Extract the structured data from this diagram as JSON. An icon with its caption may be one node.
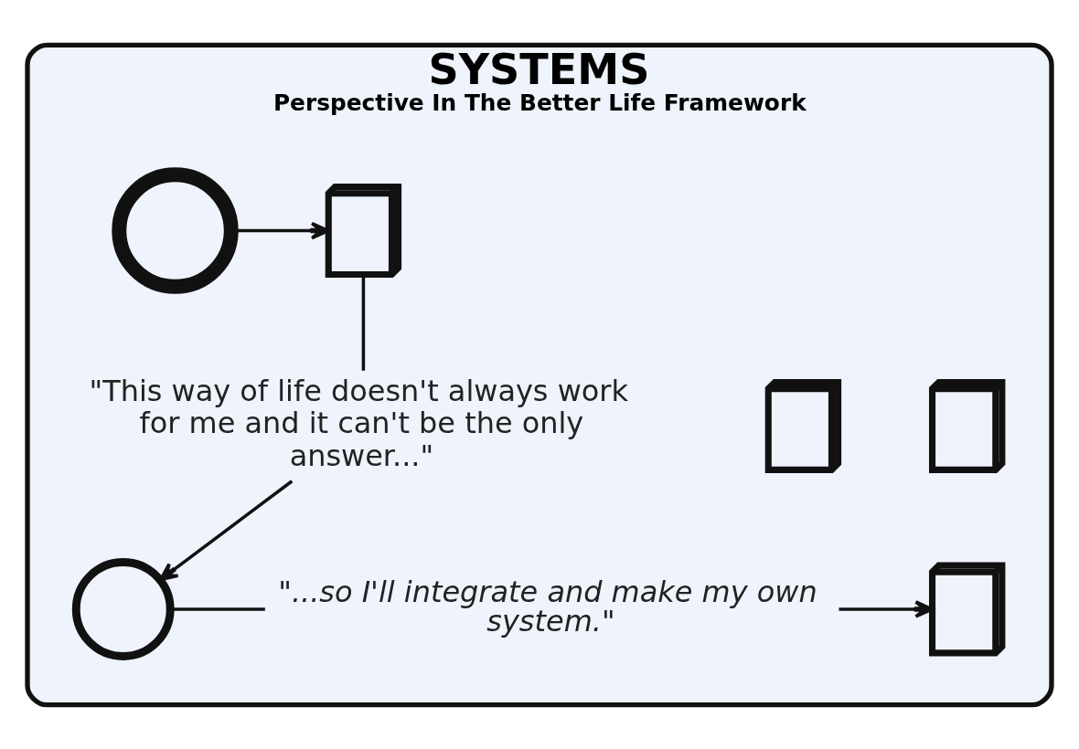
{
  "diagram": {
    "nodes": [
      {
        "text": [
          "SYSTEMS",
          "Perspective In The Better Life Framework"
        ]
      },
      {
        "text": [],
        "shape": "people",
        "in": 0
      },
      {
        "text": [],
        "shape": "book",
        "in": 0
      },
      {
        "text": [
          "\"This way of life doesn't always work for me and it can't be the only answer...\""
        ],
        "in": 0
      },
      {
        "text": [],
        "shape": "person",
        "in": 0
      },
      {
        "text": [
          "\"...so I'll integrate and make my own system.\""
        ],
        "in": 0
      },
      {
        "text": [],
        "shape": "book",
        "in": 0
      },
      {
        "text": [],
        "shape": "book",
        "in": 0
      },
      {
        "text": [],
        "shape": "book",
        "in": 0
      }
    ],
    "edges": [
      {
        "from": 1,
        "to": 2,
        "arrow": "to"
      },
      {
        "from": 2,
        "to": 3,
        "arrow": "none"
      },
      {
        "from": 3,
        "to": 4,
        "arrow": "to"
      },
      {
        "from": 4,
        "to": 5,
        "arrow": "none"
      },
      {
        "from": 5,
        "to": 8,
        "arrow": "to"
      }
    ]
  }
}
